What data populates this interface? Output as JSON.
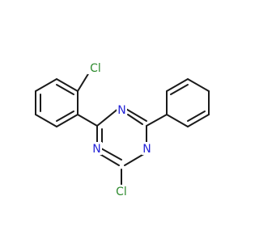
{
  "molecule": {
    "atom_labels": {
      "n1": "N",
      "n2": "N",
      "n3": "N",
      "cl_top": "Cl",
      "cl_bottom": "Cl"
    },
    "colors": {
      "bond": "#1a1a1a",
      "nitrogen": "#2525d8",
      "chlorine": "#2e8b2e",
      "background": "#ffffff"
    }
  }
}
